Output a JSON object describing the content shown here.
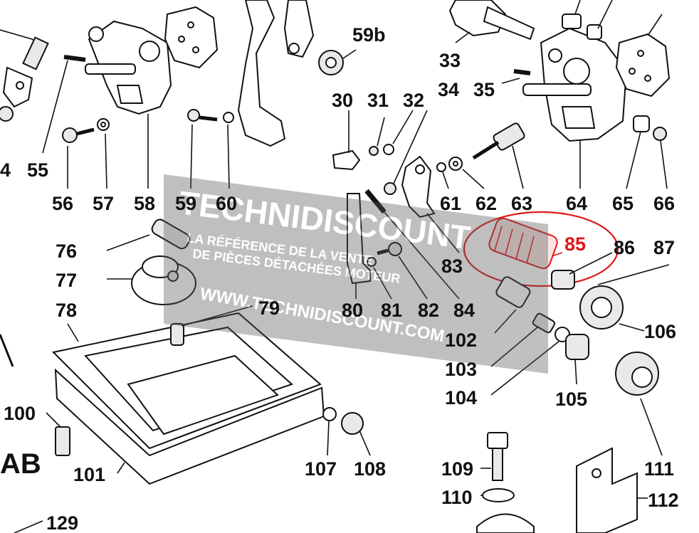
{
  "labels": {
    "l4": "4",
    "l55": "55",
    "l56": "56",
    "l57": "57",
    "l58": "58",
    "l59": "59",
    "l60": "60",
    "l59b": "59b",
    "l30": "30",
    "l31": "31",
    "l32": "32",
    "l33": "33",
    "l34": "34",
    "l35": "35",
    "l61": "61",
    "l62": "62",
    "l63": "63",
    "l64": "64",
    "l65": "65",
    "l66": "66",
    "l76": "76",
    "l77": "77",
    "l78": "78",
    "l79": "79",
    "l80": "80",
    "l81": "81",
    "l82": "82",
    "l83": "83",
    "l84": "84",
    "l85": "85",
    "l86": "86",
    "l87": "87",
    "l100": "100",
    "l101": "101",
    "l102": "102",
    "l103": "103",
    "l104": "104",
    "l105": "105",
    "l106": "106",
    "l107": "107",
    "l108": "108",
    "l109": "109",
    "l110": "110",
    "l111": "111",
    "l112": "112",
    "l129": "129",
    "lAB": "AB"
  },
  "highlight": {
    "part": "85",
    "color": "#e01818"
  },
  "watermark": {
    "brand": "TECHNIDISCOUNT",
    "tagline1": "LA RÉFÉRENCE DE LA VENTE",
    "tagline2": "DE PIÈCES DÉTACHÉES MOTEUR",
    "url": "WWW.TECHNIDISCOUNT.COM"
  }
}
